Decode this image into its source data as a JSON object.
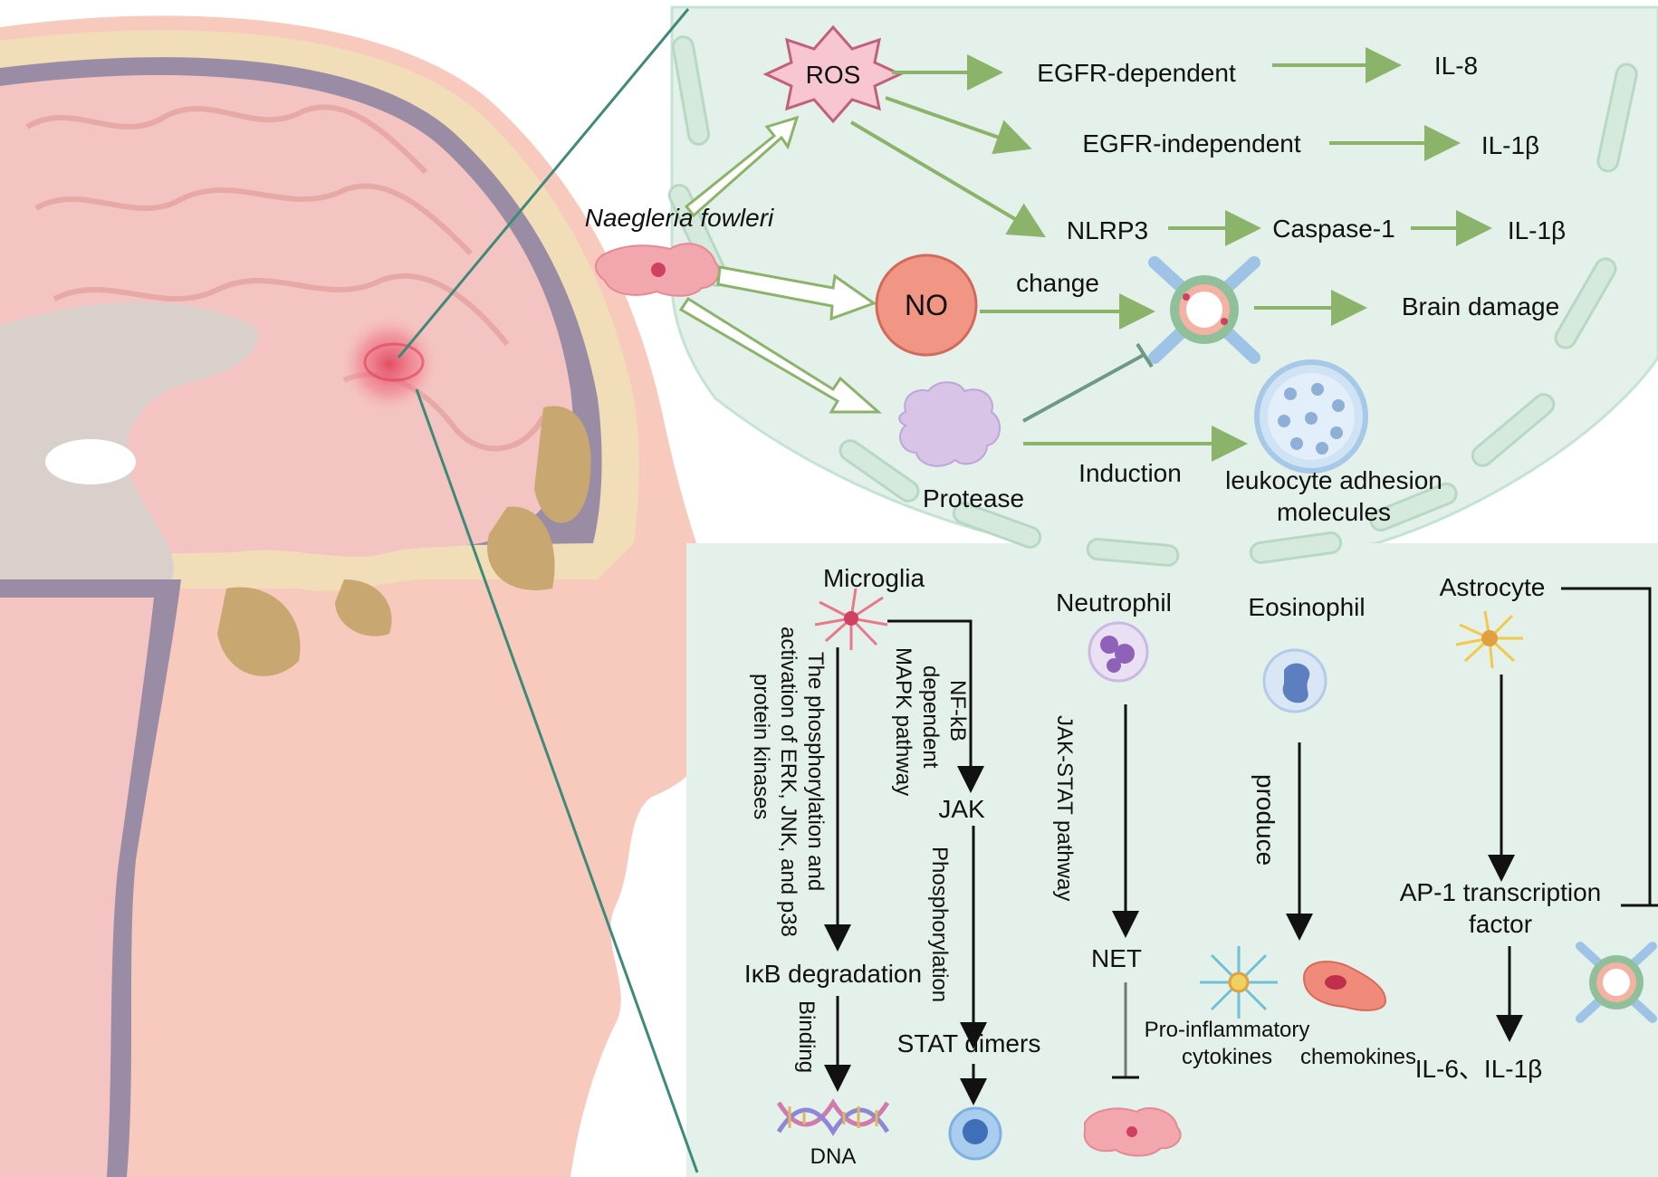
{
  "colors": {
    "panel": "#e3f1ea",
    "panel_border": "#c5e3d3",
    "arrow_green": "#8bb36a",
    "skin": "#f7cabd",
    "brain": "#f4c4c2",
    "no_circle": "#f19585",
    "pathogen": "#f2a6ad"
  },
  "pathogen": {
    "name": "Naegleria fowleri"
  },
  "top_panel": {
    "ros": "ROS",
    "egfr_dependent": "EGFR-dependent",
    "il8": "IL-8",
    "egfr_independent": "EGFR-independent",
    "il1b_1": "IL-1β",
    "nlrp3": "NLRP3",
    "caspase1": "Caspase-1",
    "il1b_2": "IL-1β",
    "no": "NO",
    "change": "change",
    "brain_damage": "Brain damage",
    "protease": "Protease",
    "induction": "Induction",
    "leukocyte_line1": "leukocyte adhesion",
    "leukocyte_line2": "molecules"
  },
  "bottom_panel": {
    "microglia": "Microglia",
    "erk_line1": "The phosphorylation and",
    "erk_line2": "activation of ERK, JNK, and p38",
    "erk_line3": "protein kinases",
    "nfkb_line1": "NF-kB",
    "nfkb_line2": "dependent",
    "nfkb_line3": "MAPK pathway",
    "jak": "JAK",
    "phosphorylation": "Phosphorylation",
    "ikb": "IκB degradation",
    "binding": "Binding",
    "stat": "STAT dimers",
    "dna": "DNA",
    "neutrophil": "Neutrophil",
    "jak_stat": "JAK-STAT pathway",
    "net": "NET",
    "eosinophil": "Eosinophil",
    "produce": "produce",
    "proinflam_line1": "Pro-inflammatory",
    "proinflam_line2": "cytokines",
    "chemokines": "chemokines",
    "astrocyte": "Astrocyte",
    "ap1_line1": "AP-1 transcription",
    "ap1_line2": "factor",
    "il6_il1b": "IL-6、IL-1β"
  }
}
